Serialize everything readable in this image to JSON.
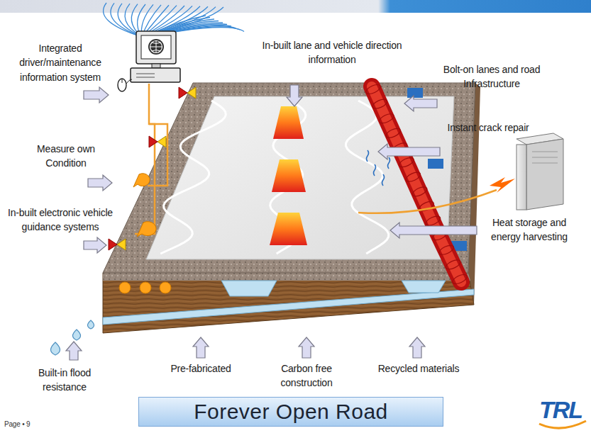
{
  "diagram": {
    "title": "Forever Open Road",
    "labels": [
      "Integrated driver/maintenance information system",
      "In-built lane and vehicle direction information",
      "Bolt-on lanes and road Infrastructure",
      "Measure own Condition",
      "Instant crack repair",
      "In-built electronic vehicle guidance systems",
      "Heat storage and energy harvesting",
      "Built-in flood resistance",
      "Pre-fabricated",
      "Carbon free construction",
      "Recycled materials",
      "Page • 9",
      "TRL"
    ]
  }
}
